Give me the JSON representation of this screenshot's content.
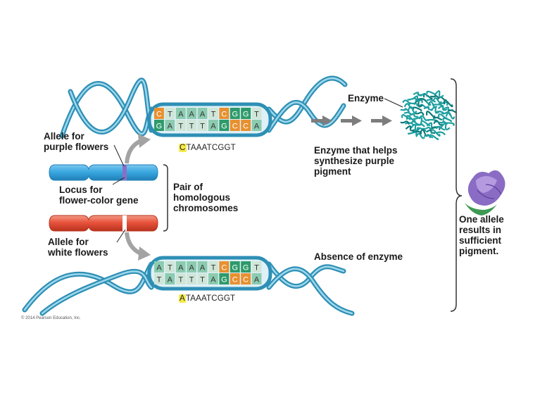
{
  "labels": {
    "enzyme": "Enzyme",
    "allele_purple": "Allele for\npurple flowers",
    "locus": "Locus for\nflower-color gene",
    "pair": "Pair of\nhomologous\nchromosomes",
    "allele_white": "Allele for\nwhite flowers",
    "enzyme_helps": "Enzyme that helps\nsynthesize purple\npigment",
    "absence": "Absence of enzyme",
    "one_allele": "One allele\nresults in\nsufficient\npigment.",
    "copyright": "© 2014 Pearson Education, Inc."
  },
  "top_dna": {
    "strand1": [
      "C",
      "T",
      "A",
      "A",
      "A",
      "T",
      "C",
      "G",
      "G",
      "T"
    ],
    "strand2": [
      "G",
      "A",
      "T",
      "T",
      "T",
      "A",
      "G",
      "C",
      "C",
      "A"
    ],
    "sequence_first": "C",
    "sequence_rest": "TAAATCGGT"
  },
  "bottom_dna": {
    "strand1": [
      "A",
      "T",
      "A",
      "A",
      "A",
      "T",
      "C",
      "G",
      "G",
      "T"
    ],
    "strand2": [
      "T",
      "A",
      "T",
      "T",
      "T",
      "A",
      "G",
      "C",
      "C",
      "A"
    ],
    "sequence_first": "A",
    "sequence_rest": "TAAATCGGT"
  },
  "colors": {
    "helix": "#2e8fb5",
    "helix_light": "#8fd0e6",
    "base_A": "#8ccbb0",
    "base_T": "#cfe6d8",
    "base_C": "#e8902f",
    "base_G": "#2e9a6a",
    "chrom_blue": "#3ba8e0",
    "chrom_red": "#e8533c",
    "arrow_gray": "#9a9a9a",
    "enzyme_teal": "#1d9fa0",
    "flower_purple": "#8a6cc4"
  }
}
